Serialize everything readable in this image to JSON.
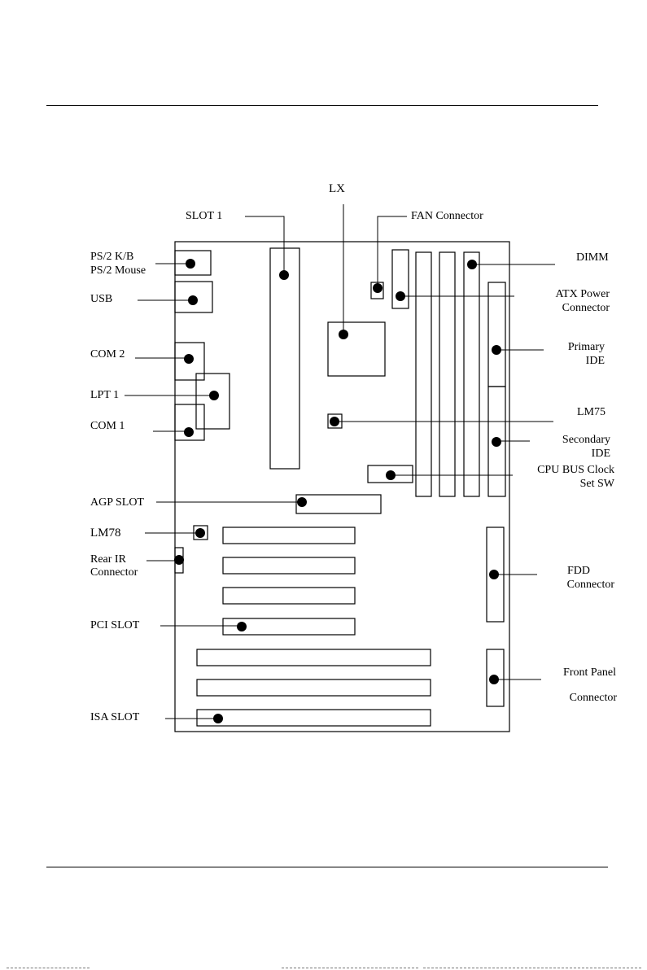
{
  "labels": {
    "slot1": "SLOT 1",
    "lx": "LX",
    "fan_connector": "FAN Connector",
    "ps2_kb": "PS/2 K/B",
    "ps2_mouse": "PS/2 Mouse",
    "usb": "USB",
    "com2": "COM 2",
    "lpt1": "LPT 1",
    "com1": "COM 1",
    "agp_slot": "AGP SLOT",
    "lm78": "LM78",
    "rear_ir": "Rear IR",
    "rear_ir_connector": "Connector",
    "pci_slot": "PCI SLOT",
    "isa_slot": "ISA SLOT",
    "dimm": "DIMM",
    "atx_power": "ATX Power",
    "atx_power_connector": "Connector",
    "primary": "Primary",
    "primary_ide": "IDE",
    "lm75": "LM75",
    "secondary": "Secondary",
    "secondary_ide": "IDE",
    "cpu_bus_clock": "CPU BUS Clock",
    "cpu_bus_set_sw": "Set SW",
    "fdd": "FDD",
    "fdd_connector": "Connector",
    "front_panel": "Front Panel",
    "front_panel_connector": "Connector"
  }
}
